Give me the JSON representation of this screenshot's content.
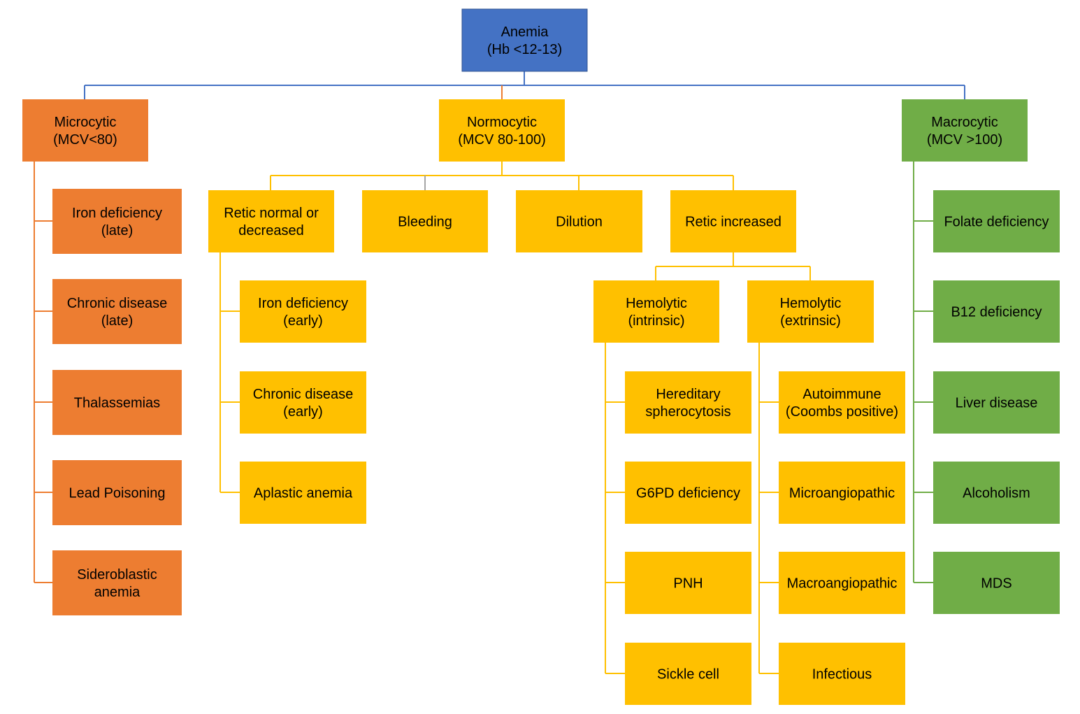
{
  "colors": {
    "root_fill": "#4472C4",
    "root_stroke": "#2F528F",
    "microcytic_fill": "#ED7D31",
    "normocytic_fill": "#FFC000",
    "macrocytic_fill": "#70AD47",
    "blue_line": "#4472C4",
    "orange_line": "#ED7D31",
    "yellow_line": "#FFC000",
    "gray_line": "#A5A5A5",
    "green_line": "#70AD47",
    "box_text": "#000000"
  },
  "root": {
    "lines": [
      "Anemia",
      "(Hb <12-13)"
    ]
  },
  "microcytic": {
    "header": [
      "Microcytic",
      "(MCV<80)"
    ],
    "items": [
      [
        "Iron deficiency",
        "(late)"
      ],
      [
        "Chronic disease",
        "(late)"
      ],
      [
        "Thalassemias"
      ],
      [
        "Lead Poisoning"
      ],
      [
        "Sideroblastic",
        "anemia"
      ]
    ]
  },
  "normocytic": {
    "header": [
      "Normocytic",
      "(MCV 80-100)"
    ],
    "retic_low": {
      "label": [
        "Retic normal or",
        "decreased"
      ],
      "items": [
        [
          "Iron deficiency",
          "(early)"
        ],
        [
          "Chronic disease",
          "(early)"
        ],
        [
          "Aplastic anemia"
        ]
      ]
    },
    "bleeding": [
      "Bleeding"
    ],
    "dilution": [
      "Dilution"
    ],
    "retic_high": {
      "label": [
        "Retic increased"
      ],
      "intrinsic": {
        "label": [
          "Hemolytic",
          "(intrinsic)"
        ],
        "items": [
          [
            "Hereditary",
            "spherocytosis"
          ],
          [
            "G6PD deficiency"
          ],
          [
            "PNH"
          ],
          [
            "Sickle cell"
          ]
        ]
      },
      "extrinsic": {
        "label": [
          "Hemolytic",
          "(extrinsic)"
        ],
        "items": [
          [
            "Autoimmune",
            "(Coombs positive)"
          ],
          [
            "Microangiopathic"
          ],
          [
            "Macroangiopathic"
          ],
          [
            "Infectious"
          ]
        ]
      }
    }
  },
  "macrocytic": {
    "header": [
      "Macrocytic",
      "(MCV >100)"
    ],
    "items": [
      [
        "Folate deficiency"
      ],
      [
        "B12 deficiency"
      ],
      [
        "Liver disease"
      ],
      [
        "Alcoholism"
      ],
      [
        "MDS"
      ]
    ]
  }
}
